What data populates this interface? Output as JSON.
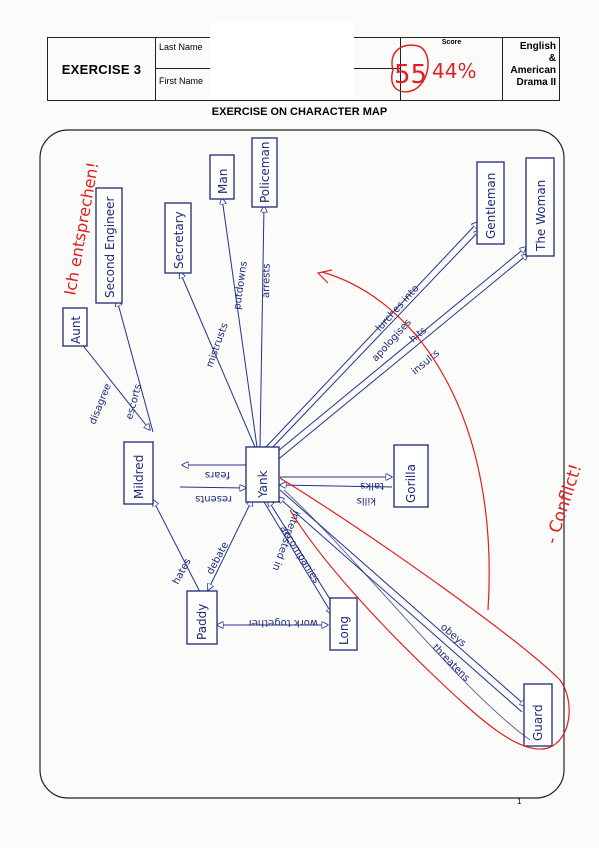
{
  "header": {
    "exercise": "EXERCISE 3",
    "last_name_label": "Last Name",
    "first_name_label": "First Name",
    "score_label": "Score",
    "course_line1": "English",
    "course_line2": "&",
    "course_line3": "American",
    "course_line4": "Drama II"
  },
  "title": "EXERCISE ON CHARACTER MAP",
  "page_number": "1",
  "grade": {
    "score": "55",
    "percent": "44%"
  },
  "annotations": {
    "left_margin": "Ich entsprechen!",
    "conflict": "- Conflict!"
  },
  "nodes": {
    "aunt": "Aunt",
    "second_engineer": "Second Engineer",
    "secretary": "Secretary",
    "man": "Man",
    "policeman": "Policeman",
    "gentleman": "Gentleman",
    "woman": "The Woman",
    "mildred": "Mildred",
    "yank": "Yank",
    "gorilla": "Gorilla",
    "paddy": "Paddy",
    "long": "Long",
    "guard": "Guard"
  },
  "relations": {
    "disagree": "disagree",
    "escorts": "escorts",
    "mistrusts": "mistrusts",
    "putdowns": "putdowns",
    "arrests": "arrests",
    "lurches_into": "lurches into",
    "apologises": "apologises",
    "hits": "hits",
    "insults": "insults",
    "fears": "fears",
    "resents": "resents",
    "talks": "talks",
    "kills": "kills",
    "hates": "hates",
    "debate": "debate",
    "interested_in": "interested in",
    "accompanies": "accompanies",
    "work_together": "work together",
    "obeys": "obeys",
    "threatens": "threatens"
  }
}
